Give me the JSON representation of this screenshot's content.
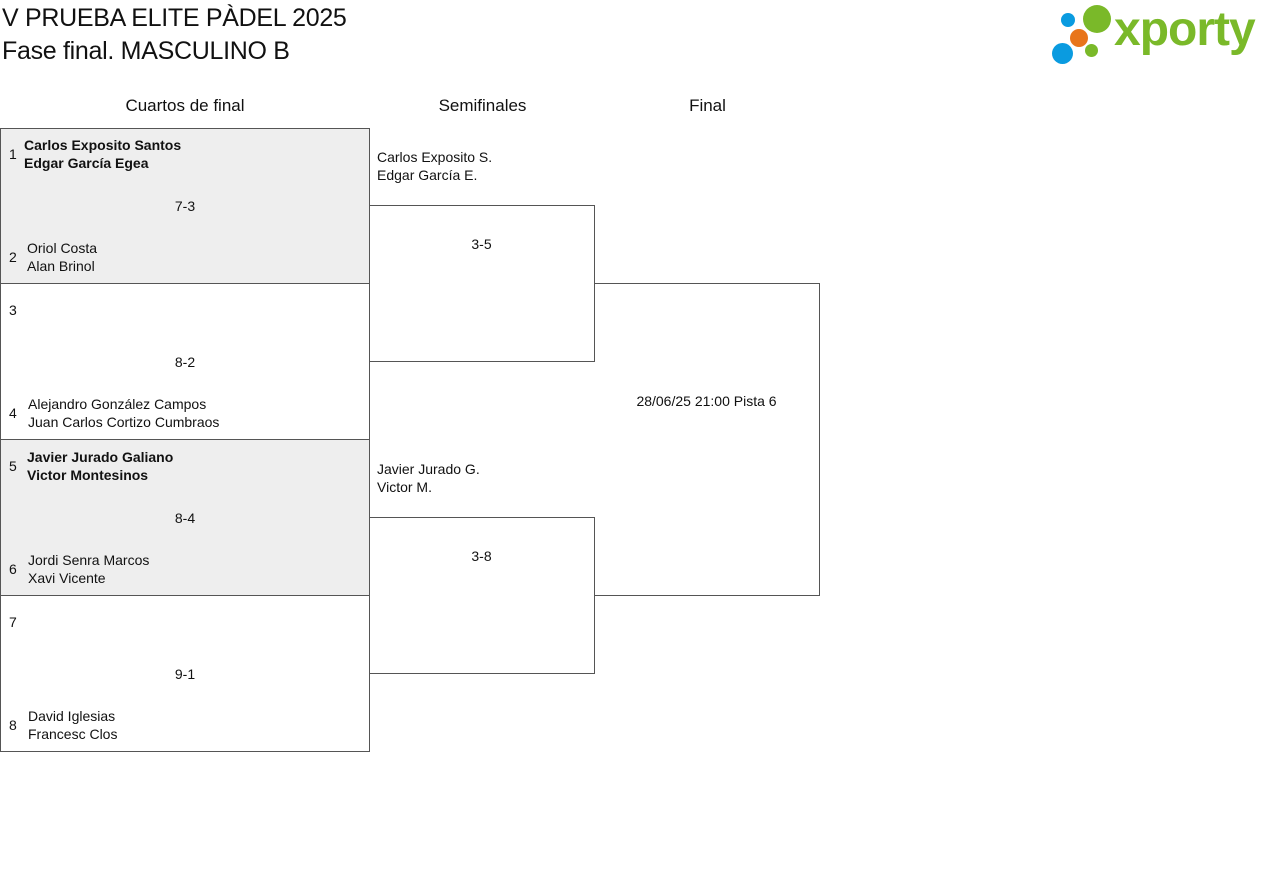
{
  "header": {
    "title": "V PRUEBA ELITE PÀDEL 2025",
    "subtitle": "Fase final. MASCULINO B"
  },
  "logo": {
    "text": "xporty",
    "colors": {
      "green": "#7ab929",
      "orange": "#e8751a",
      "blue": "#0a9be0"
    }
  },
  "columns": {
    "quarters": "Cuartos de final",
    "semis": "Semifinales",
    "final": "Final"
  },
  "quarterfinals": [
    {
      "seed_top": "1",
      "top": [
        "Carlos Exposito Santos",
        "Edgar García Egea"
      ],
      "score": "7-3",
      "seed_bottom": "2",
      "bottom": [
        "Oriol Costa",
        "Alan Brinol"
      ]
    },
    {
      "seed_top": "3",
      "top": [
        "",
        ""
      ],
      "score": "8-2",
      "seed_bottom": "4",
      "bottom": [
        "Alejandro González Campos",
        "Juan Carlos Cortizo Cumbraos"
      ]
    },
    {
      "seed_top": "5",
      "top": [
        "Javier Jurado Galiano",
        "Victor Montesinos"
      ],
      "score": "8-4",
      "seed_bottom": "6",
      "bottom": [
        "Jordi Senra Marcos",
        "Xavi Vicente"
      ]
    },
    {
      "seed_top": "7",
      "top": [
        "",
        ""
      ],
      "score": "9-1",
      "seed_bottom": "8",
      "bottom": [
        "David Iglesias",
        "Francesc Clos"
      ]
    }
  ],
  "semifinals": [
    {
      "team": [
        "Carlos Exposito S.",
        "Edgar García E."
      ],
      "score": "3-5"
    },
    {
      "team": [
        "Javier Jurado G.",
        "Victor M."
      ],
      "score": "3-8"
    }
  ],
  "final": {
    "info": "28/06/25 21:00 Pista 6"
  }
}
